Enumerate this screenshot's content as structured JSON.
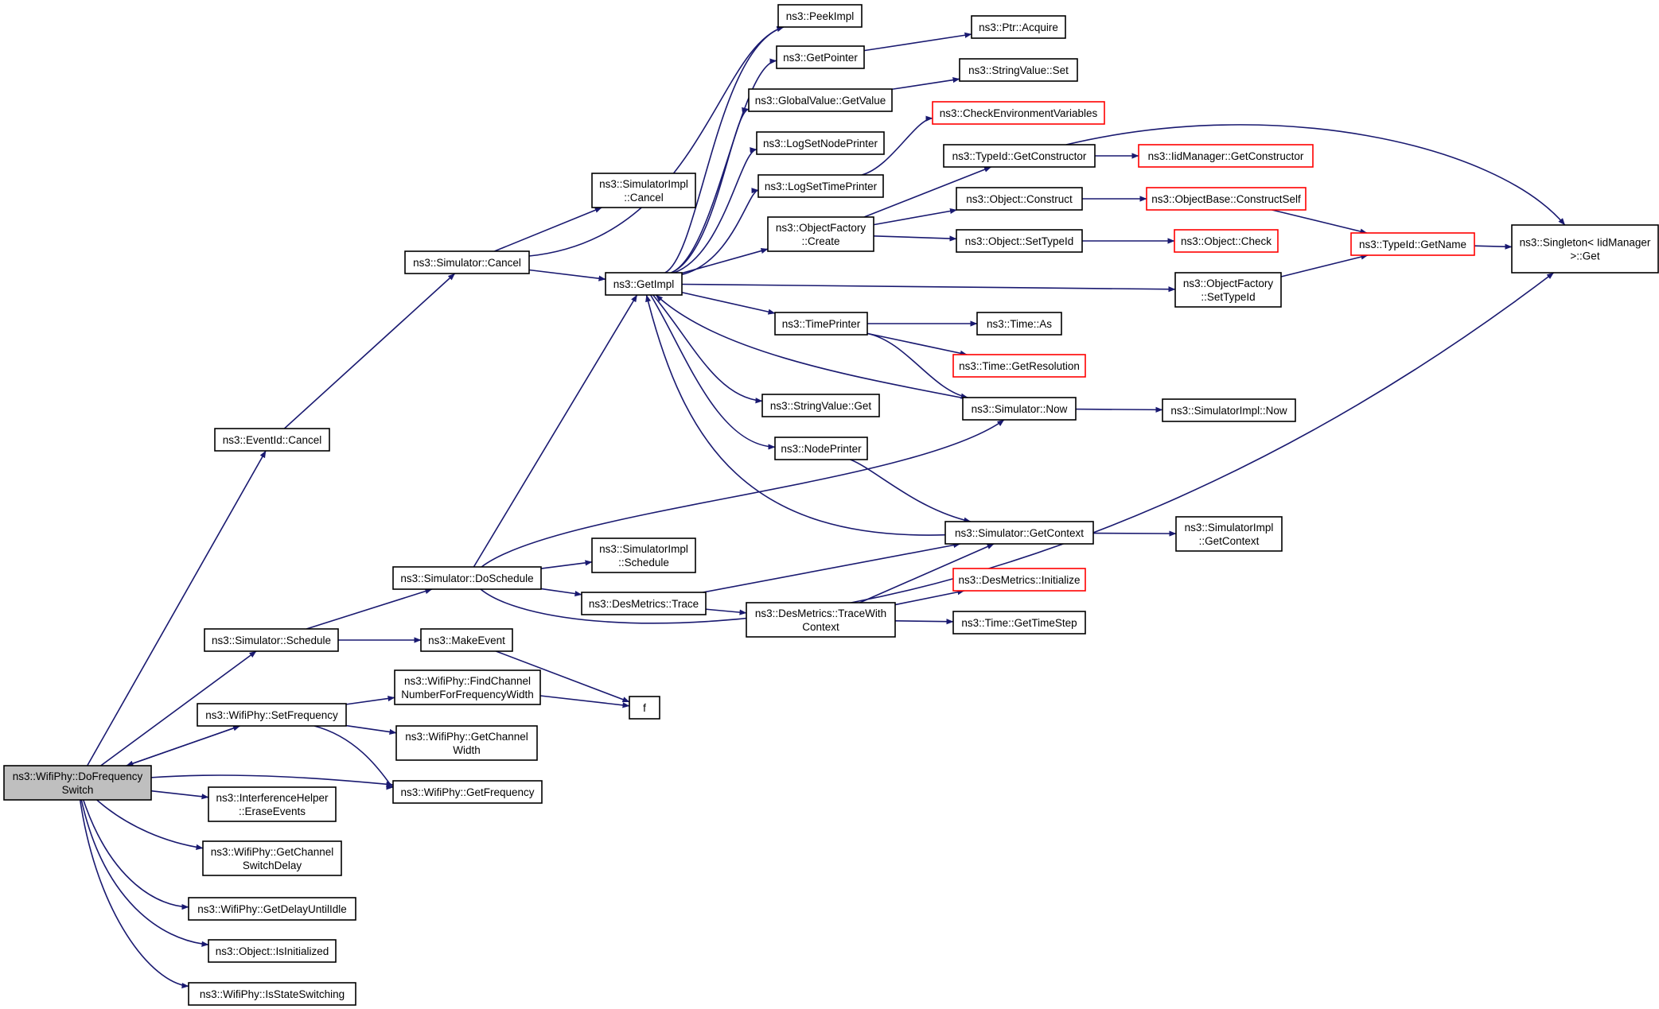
{
  "colors": {
    "edge": "#191970",
    "node_border": "#000000",
    "truncated_node_border": "#ff0000",
    "root_fill": "#bfbfbf",
    "background": "#ffffff"
  },
  "nodes": [
    {
      "id": "root",
      "lines": [
        "ns3::WifiPhy::DoFrequency",
        "Switch"
      ],
      "kind": "root"
    },
    {
      "id": "eventid_cancel",
      "lines": [
        "ns3::EventId::Cancel"
      ],
      "kind": "normal"
    },
    {
      "id": "sim_schedule",
      "lines": [
        "ns3::Simulator::Schedule"
      ],
      "kind": "normal"
    },
    {
      "id": "setfrequency",
      "lines": [
        "ns3::WifiPhy::SetFrequency"
      ],
      "kind": "normal"
    },
    {
      "id": "getfrequency",
      "lines": [
        "ns3::WifiPhy::GetFrequency"
      ],
      "kind": "normal"
    },
    {
      "id": "erase_events",
      "lines": [
        "ns3::InterferenceHelper",
        "::EraseEvents"
      ],
      "kind": "normal"
    },
    {
      "id": "switch_delay",
      "lines": [
        "ns3::WifiPhy::GetChannel",
        "SwitchDelay"
      ],
      "kind": "normal"
    },
    {
      "id": "delay_idle",
      "lines": [
        "ns3::WifiPhy::GetDelayUntilIdle"
      ],
      "kind": "normal"
    },
    {
      "id": "is_initialized",
      "lines": [
        "ns3::Object::IsInitialized"
      ],
      "kind": "normal"
    },
    {
      "id": "is_switching",
      "lines": [
        "ns3::WifiPhy::IsStateSwitching"
      ],
      "kind": "normal"
    },
    {
      "id": "sim_cancel",
      "lines": [
        "ns3::Simulator::Cancel"
      ],
      "kind": "normal"
    },
    {
      "id": "sim_doschedule",
      "lines": [
        "ns3::Simulator::DoSchedule"
      ],
      "kind": "normal"
    },
    {
      "id": "makeevent",
      "lines": [
        "ns3::MakeEvent"
      ],
      "kind": "normal"
    },
    {
      "id": "find_channel",
      "lines": [
        "ns3::WifiPhy::FindChannel",
        "NumberForFrequencyWidth"
      ],
      "kind": "normal"
    },
    {
      "id": "channel_width",
      "lines": [
        "ns3::WifiPhy::GetChannel",
        "Width"
      ],
      "kind": "normal"
    },
    {
      "id": "f",
      "lines": [
        "f"
      ],
      "kind": "normal"
    },
    {
      "id": "simimpl_cancel",
      "lines": [
        "ns3::SimulatorImpl",
        "::Cancel"
      ],
      "kind": "normal"
    },
    {
      "id": "getimpl",
      "lines": [
        "ns3::GetImpl"
      ],
      "kind": "normal"
    },
    {
      "id": "simimpl_schedule",
      "lines": [
        "ns3::SimulatorImpl",
        "::Schedule"
      ],
      "kind": "normal"
    },
    {
      "id": "desmetrics_trace",
      "lines": [
        "ns3::DesMetrics::Trace"
      ],
      "kind": "normal"
    },
    {
      "id": "peekimpl",
      "lines": [
        "ns3::PeekImpl"
      ],
      "kind": "normal"
    },
    {
      "id": "getpointer",
      "lines": [
        "ns3::GetPointer"
      ],
      "kind": "normal"
    },
    {
      "id": "globalvalue_get",
      "lines": [
        "ns3::GlobalValue::GetValue"
      ],
      "kind": "normal"
    },
    {
      "id": "lognodeprinter",
      "lines": [
        "ns3::LogSetNodePrinter"
      ],
      "kind": "normal"
    },
    {
      "id": "logtimeprinter",
      "lines": [
        "ns3::LogSetTimePrinter"
      ],
      "kind": "normal"
    },
    {
      "id": "objfactory_create",
      "lines": [
        "ns3::ObjectFactory",
        "::Create"
      ],
      "kind": "normal"
    },
    {
      "id": "timeprinter",
      "lines": [
        "ns3::TimePrinter"
      ],
      "kind": "normal"
    },
    {
      "id": "stringvalue_get",
      "lines": [
        "ns3::StringValue::Get"
      ],
      "kind": "normal"
    },
    {
      "id": "nodeprinter",
      "lines": [
        "ns3::NodePrinter"
      ],
      "kind": "normal"
    },
    {
      "id": "tracewithcontext",
      "lines": [
        "ns3::DesMetrics::TraceWith",
        "Context"
      ],
      "kind": "normal"
    },
    {
      "id": "ptr_acquire",
      "lines": [
        "ns3::Ptr::Acquire"
      ],
      "kind": "normal"
    },
    {
      "id": "stringvalue_set",
      "lines": [
        "ns3::StringValue::Set"
      ],
      "kind": "normal"
    },
    {
      "id": "check_env",
      "lines": [
        "ns3::CheckEnvironmentVariables"
      ],
      "kind": "truncated"
    },
    {
      "id": "typeid_getconstructor",
      "lines": [
        "ns3::TypeId::GetConstructor"
      ],
      "kind": "normal"
    },
    {
      "id": "object_construct",
      "lines": [
        "ns3::Object::Construct"
      ],
      "kind": "normal"
    },
    {
      "id": "object_settypeid",
      "lines": [
        "ns3::Object::SetTypeId"
      ],
      "kind": "normal"
    },
    {
      "id": "objfactory_settypeid",
      "lines": [
        "ns3::ObjectFactory",
        "::SetTypeId"
      ],
      "kind": "normal"
    },
    {
      "id": "time_as",
      "lines": [
        "ns3::Time::As"
      ],
      "kind": "normal"
    },
    {
      "id": "time_getresolution",
      "lines": [
        "ns3::Time::GetResolution"
      ],
      "kind": "truncated"
    },
    {
      "id": "sim_now",
      "lines": [
        "ns3::Simulator::Now"
      ],
      "kind": "normal"
    },
    {
      "id": "sim_getcontext",
      "lines": [
        "ns3::Simulator::GetContext"
      ],
      "kind": "normal"
    },
    {
      "id": "desmetrics_init",
      "lines": [
        "ns3::DesMetrics::Initialize"
      ],
      "kind": "truncated"
    },
    {
      "id": "time_gettimestep",
      "lines": [
        "ns3::Time::GetTimeStep"
      ],
      "kind": "normal"
    },
    {
      "id": "iidmanager_getconstructor",
      "lines": [
        "ns3::IidManager::GetConstructor"
      ],
      "kind": "truncated"
    },
    {
      "id": "objectbase_constructself",
      "lines": [
        "ns3::ObjectBase::ConstructSelf"
      ],
      "kind": "truncated"
    },
    {
      "id": "object_check",
      "lines": [
        "ns3::Object::Check"
      ],
      "kind": "truncated"
    },
    {
      "id": "typeid_getname",
      "lines": [
        "ns3::TypeId::GetName"
      ],
      "kind": "truncated"
    },
    {
      "id": "simimpl_now",
      "lines": [
        "ns3::SimulatorImpl::Now"
      ],
      "kind": "normal"
    },
    {
      "id": "simimpl_getcontext",
      "lines": [
        "ns3::SimulatorImpl",
        "::GetContext"
      ],
      "kind": "normal"
    },
    {
      "id": "singleton_get",
      "lines": [
        "ns3::Singleton< IidManager",
        ">::Get"
      ],
      "kind": "normal"
    }
  ],
  "edges": [
    [
      "root",
      "eventid_cancel"
    ],
    [
      "root",
      "sim_schedule"
    ],
    [
      "root",
      "setfrequency"
    ],
    [
      "root",
      "getfrequency"
    ],
    [
      "root",
      "erase_events"
    ],
    [
      "root",
      "switch_delay"
    ],
    [
      "root",
      "delay_idle"
    ],
    [
      "root",
      "is_initialized"
    ],
    [
      "root",
      "is_switching"
    ],
    [
      "eventid_cancel",
      "sim_cancel"
    ],
    [
      "sim_cancel",
      "simimpl_cancel"
    ],
    [
      "sim_cancel",
      "getimpl"
    ],
    [
      "sim_cancel",
      "peekimpl"
    ],
    [
      "sim_schedule",
      "sim_doschedule"
    ],
    [
      "sim_schedule",
      "makeevent"
    ],
    [
      "setfrequency",
      "root"
    ],
    [
      "setfrequency",
      "find_channel"
    ],
    [
      "setfrequency",
      "channel_width"
    ],
    [
      "setfrequency",
      "getfrequency"
    ],
    [
      "find_channel",
      "f"
    ],
    [
      "makeevent",
      "f"
    ],
    [
      "sim_doschedule",
      "getimpl"
    ],
    [
      "sim_doschedule",
      "simimpl_schedule"
    ],
    [
      "sim_doschedule",
      "desmetrics_trace"
    ],
    [
      "sim_doschedule",
      "sim_now"
    ],
    [
      "sim_doschedule",
      "singleton_get"
    ],
    [
      "desmetrics_trace",
      "sim_getcontext"
    ],
    [
      "desmetrics_trace",
      "tracewithcontext"
    ],
    [
      "tracewithcontext",
      "sim_getcontext"
    ],
    [
      "tracewithcontext",
      "desmetrics_init"
    ],
    [
      "tracewithcontext",
      "time_gettimestep"
    ],
    [
      "getimpl",
      "peekimpl"
    ],
    [
      "getimpl",
      "getpointer"
    ],
    [
      "getimpl",
      "globalvalue_get"
    ],
    [
      "getimpl",
      "lognodeprinter"
    ],
    [
      "getimpl",
      "logtimeprinter"
    ],
    [
      "getimpl",
      "objfactory_create"
    ],
    [
      "getimpl",
      "objfactory_settypeid"
    ],
    [
      "getimpl",
      "timeprinter"
    ],
    [
      "getimpl",
      "stringvalue_get"
    ],
    [
      "getimpl",
      "nodeprinter"
    ],
    [
      "getpointer",
      "ptr_acquire"
    ],
    [
      "globalvalue_get",
      "stringvalue_set"
    ],
    [
      "logtimeprinter",
      "check_env"
    ],
    [
      "objfactory_create",
      "typeid_getconstructor"
    ],
    [
      "objfactory_create",
      "object_construct"
    ],
    [
      "objfactory_create",
      "object_settypeid"
    ],
    [
      "typeid_getconstructor",
      "iidmanager_getconstructor"
    ],
    [
      "typeid_getconstructor",
      "singleton_get"
    ],
    [
      "object_construct",
      "objectbase_constructself"
    ],
    [
      "object_settypeid",
      "object_check"
    ],
    [
      "objectbase_constructself",
      "typeid_getname"
    ],
    [
      "objfactory_settypeid",
      "typeid_getname"
    ],
    [
      "typeid_getname",
      "singleton_get"
    ],
    [
      "timeprinter",
      "time_as"
    ],
    [
      "timeprinter",
      "time_getresolution"
    ],
    [
      "timeprinter",
      "sim_now"
    ],
    [
      "sim_now",
      "getimpl"
    ],
    [
      "sim_now",
      "simimpl_now"
    ],
    [
      "nodeprinter",
      "sim_getcontext"
    ],
    [
      "sim_getcontext",
      "getimpl"
    ],
    [
      "sim_getcontext",
      "simimpl_getcontext"
    ]
  ]
}
